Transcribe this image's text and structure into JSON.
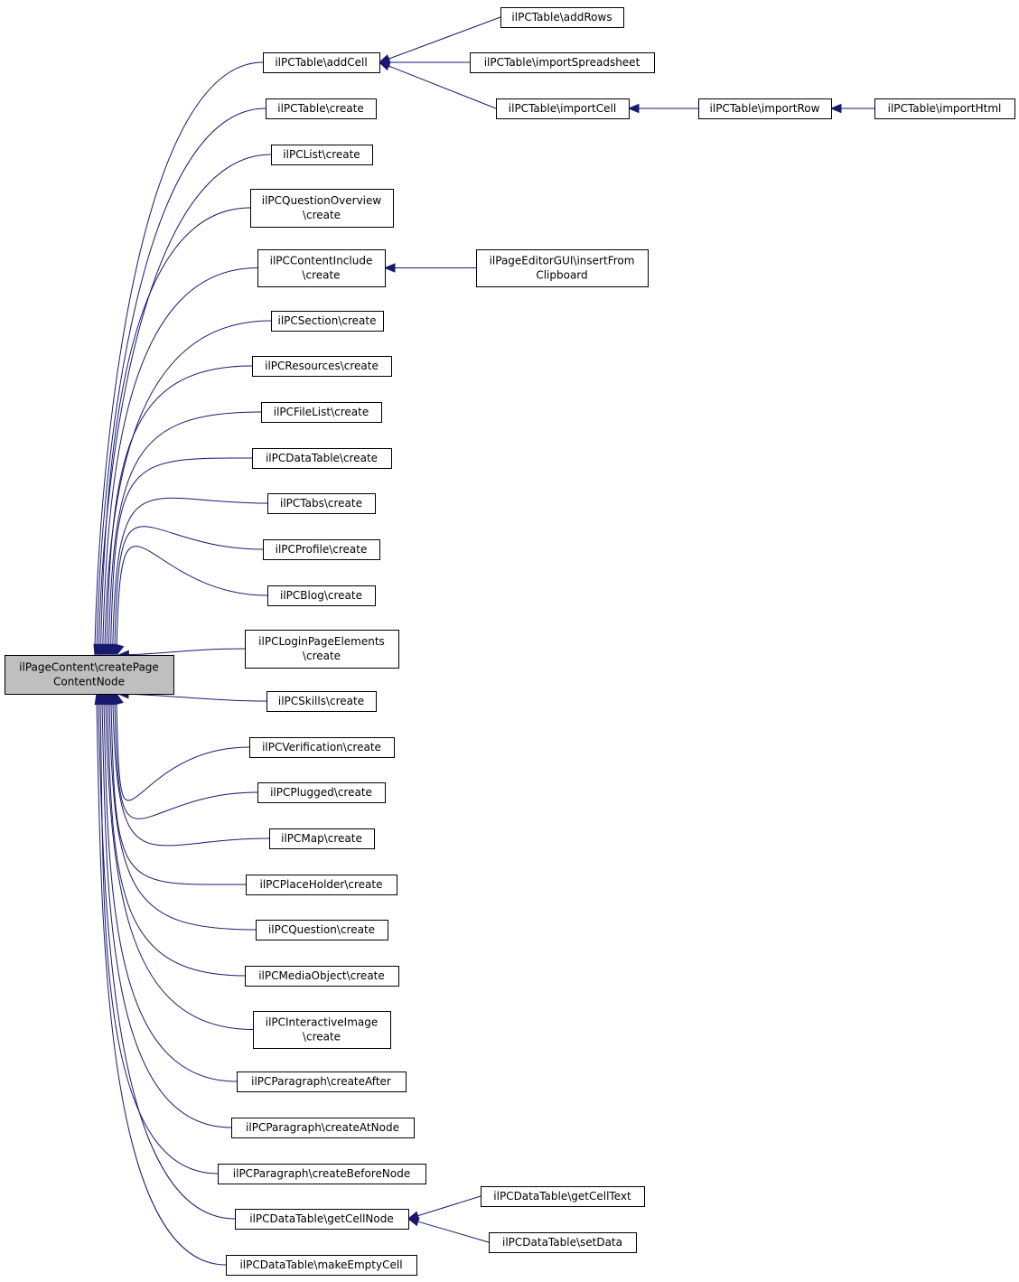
{
  "diagram": {
    "root": {
      "lines": [
        "ilPageContent\\createPage",
        "ContentNode"
      ]
    },
    "callers": [
      {
        "lines": [
          "ilPCTable\\addCell"
        ]
      },
      {
        "lines": [
          "ilPCTable\\create"
        ]
      },
      {
        "lines": [
          "ilPCList\\create"
        ]
      },
      {
        "lines": [
          "ilPCQuestionOverview",
          "\\create"
        ]
      },
      {
        "lines": [
          "ilPCContentInclude",
          "\\create"
        ]
      },
      {
        "lines": [
          "ilPCSection\\create"
        ]
      },
      {
        "lines": [
          "ilPCResources\\create"
        ]
      },
      {
        "lines": [
          "ilPCFileList\\create"
        ]
      },
      {
        "lines": [
          "ilPCDataTable\\create"
        ]
      },
      {
        "lines": [
          "ilPCTabs\\create"
        ]
      },
      {
        "lines": [
          "ilPCProfile\\create"
        ]
      },
      {
        "lines": [
          "ilPCBlog\\create"
        ]
      },
      {
        "lines": [
          "ilPCLoginPageElements",
          "\\create"
        ]
      },
      {
        "lines": [
          "ilPCSkills\\create"
        ]
      },
      {
        "lines": [
          "ilPCVerification\\create"
        ]
      },
      {
        "lines": [
          "ilPCPlugged\\create"
        ]
      },
      {
        "lines": [
          "ilPCMap\\create"
        ]
      },
      {
        "lines": [
          "ilPCPlaceHolder\\create"
        ]
      },
      {
        "lines": [
          "ilPCQuestion\\create"
        ]
      },
      {
        "lines": [
          "ilPCMediaObject\\create"
        ]
      },
      {
        "lines": [
          "ilPCInteractiveImage",
          "\\create"
        ]
      },
      {
        "lines": [
          "ilPCParagraph\\createAfter"
        ]
      },
      {
        "lines": [
          "ilPCParagraph\\createAtNode"
        ]
      },
      {
        "lines": [
          "ilPCParagraph\\createBeforeNode"
        ]
      },
      {
        "lines": [
          "ilPCDataTable\\getCellNode"
        ]
      },
      {
        "lines": [
          "ilPCDataTable\\makeEmptyCell"
        ]
      }
    ],
    "second_level": [
      {
        "lines": [
          "ilPCTable\\addRows"
        ]
      },
      {
        "lines": [
          "ilPCTable\\importSpreadsheet"
        ]
      },
      {
        "lines": [
          "ilPCTable\\importCell"
        ]
      },
      {
        "lines": [
          "ilPageEditorGUI\\insertFrom",
          "Clipboard"
        ]
      },
      {
        "lines": [
          "ilPCDataTable\\getCellText"
        ]
      },
      {
        "lines": [
          "ilPCDataTable\\setData"
        ]
      }
    ],
    "third_level": [
      {
        "lines": [
          "ilPCTable\\importRow"
        ]
      },
      {
        "lines": [
          "ilPCTable\\importHtml"
        ]
      }
    ]
  }
}
